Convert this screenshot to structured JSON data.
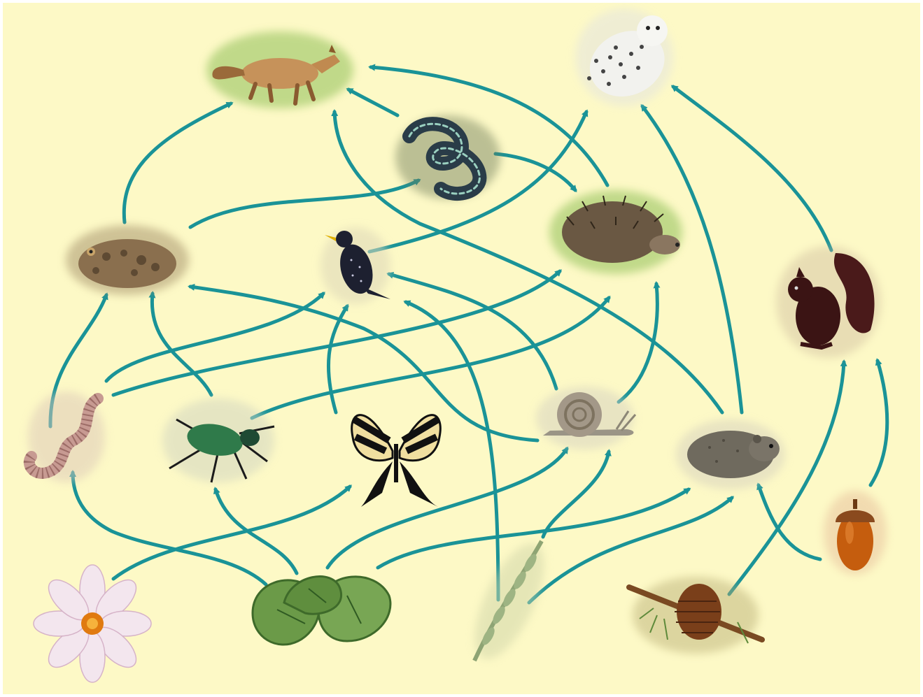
{
  "diagram": {
    "kind": "food-web",
    "background_color": "#fdf9c6",
    "arrow_color": "#1a9397",
    "organisms": [
      {
        "id": "fox",
        "icon": "fox-icon"
      },
      {
        "id": "owl",
        "icon": "owl-icon"
      },
      {
        "id": "snake",
        "icon": "snake-icon"
      },
      {
        "id": "hedgehog",
        "icon": "hedgehog-icon"
      },
      {
        "id": "toad",
        "icon": "toad-icon"
      },
      {
        "id": "starling",
        "icon": "starling-icon"
      },
      {
        "id": "squirrel",
        "icon": "squirrel-icon"
      },
      {
        "id": "worm",
        "icon": "worm-icon"
      },
      {
        "id": "beetle",
        "icon": "beetle-icon"
      },
      {
        "id": "butterfly",
        "icon": "butterfly-icon"
      },
      {
        "id": "snail",
        "icon": "snail-icon"
      },
      {
        "id": "vole",
        "icon": "vole-icon"
      },
      {
        "id": "acorn",
        "icon": "acorn-icon"
      },
      {
        "id": "flower",
        "icon": "flower-icon"
      },
      {
        "id": "leaves",
        "icon": "leaves-icon"
      },
      {
        "id": "grass",
        "icon": "grass-icon"
      },
      {
        "id": "pinecone",
        "icon": "pinecone-icon"
      }
    ],
    "links": [
      {
        "from": "toad",
        "to": "fox"
      },
      {
        "from": "toad",
        "to": "snake"
      },
      {
        "from": "snake",
        "to": "fox"
      },
      {
        "from": "snake",
        "to": "hedgehog"
      },
      {
        "from": "hedgehog",
        "to": "fox"
      },
      {
        "from": "starling",
        "to": "owl"
      },
      {
        "from": "vole",
        "to": "fox"
      },
      {
        "from": "vole",
        "to": "owl"
      },
      {
        "from": "squirrel",
        "to": "owl"
      },
      {
        "from": "worm",
        "to": "toad"
      },
      {
        "from": "worm",
        "to": "starling"
      },
      {
        "from": "worm",
        "to": "hedgehog"
      },
      {
        "from": "beetle",
        "to": "toad"
      },
      {
        "from": "beetle",
        "to": "hedgehog"
      },
      {
        "from": "snail",
        "to": "toad"
      },
      {
        "from": "snail",
        "to": "starling"
      },
      {
        "from": "snail",
        "to": "hedgehog"
      },
      {
        "from": "butterfly",
        "to": "starling"
      },
      {
        "from": "grass",
        "to": "starling"
      },
      {
        "from": "grass",
        "to": "snail"
      },
      {
        "from": "grass",
        "to": "vole"
      },
      {
        "from": "leaves",
        "to": "worm"
      },
      {
        "from": "leaves",
        "to": "beetle"
      },
      {
        "from": "leaves",
        "to": "snail"
      },
      {
        "from": "leaves",
        "to": "vole"
      },
      {
        "from": "flower",
        "to": "butterfly"
      },
      {
        "from": "pinecone",
        "to": "vole"
      },
      {
        "from": "pinecone",
        "to": "squirrel"
      },
      {
        "from": "acorn",
        "to": "squirrel"
      },
      {
        "from": "acorn",
        "to": "vole"
      }
    ]
  }
}
